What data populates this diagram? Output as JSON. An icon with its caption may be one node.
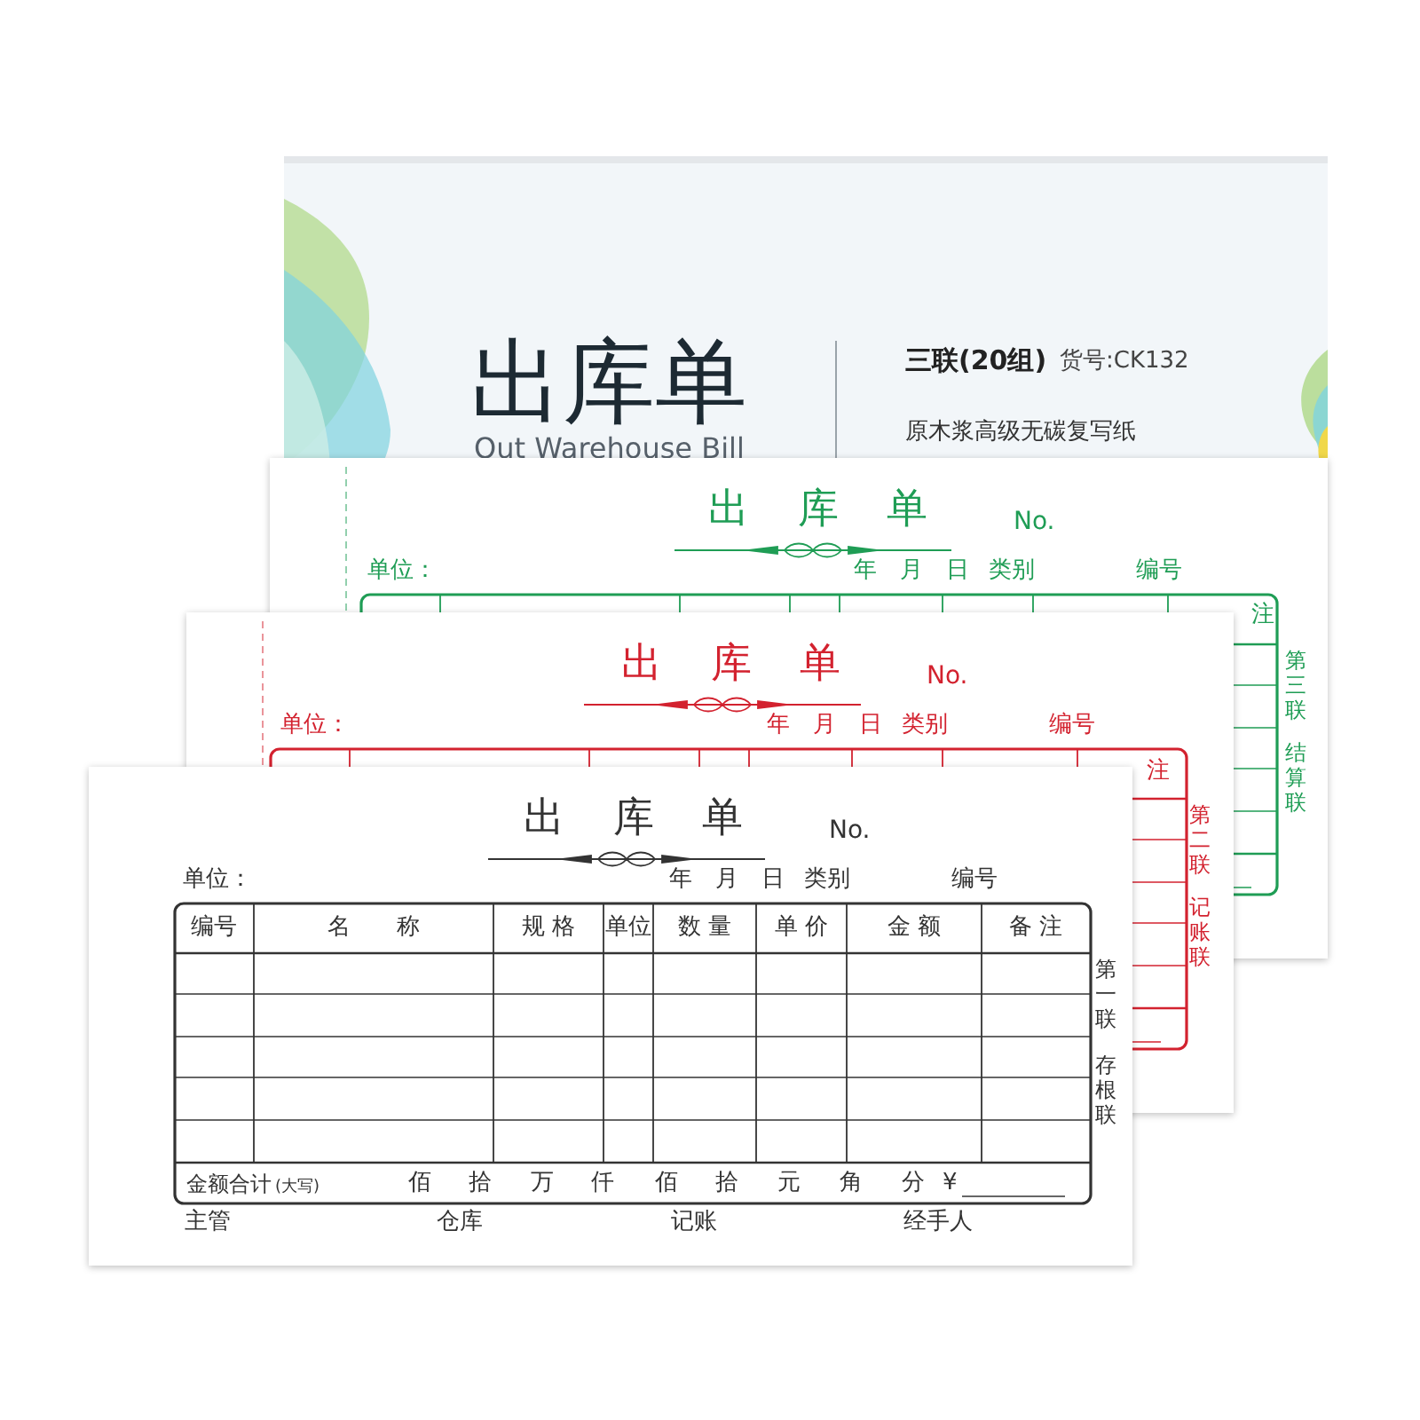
{
  "diagram": {
    "nodes": [
      {
        "text": [
          "出库单",
          "Out Warehouse Bill",
          "三联(20组)",
          "货号:CK132",
          "原木浆高级无碳复写纸"
        ]
      },
      {
        "text": [
          "出 库 单",
          "No.",
          "单位：",
          "年　月　日",
          "类别",
          "编号",
          "注",
          "第三联",
          "结算联"
        ]
      },
      {
        "text": [
          "出 库 单",
          "No.",
          "单位：",
          "年　月　日",
          "类别",
          "编号",
          "注",
          "第二联",
          "记账联"
        ]
      },
      {
        "text": [
          "出 库 单",
          "No.",
          "单位：",
          "年　月　日",
          "类别",
          "编号",
          "编号",
          "名　　称",
          "规 格",
          "单位",
          "数 量",
          "单 价",
          "金 额",
          "备 注",
          "金额合计",
          "(大写)",
          "佰",
          "拾",
          "万",
          "仟",
          "佰",
          "拾",
          "元",
          "角",
          "分",
          "¥",
          "主管",
          "仓库",
          "记账",
          "经手人",
          "第一联",
          "存根联"
        ]
      }
    ]
  }
}
